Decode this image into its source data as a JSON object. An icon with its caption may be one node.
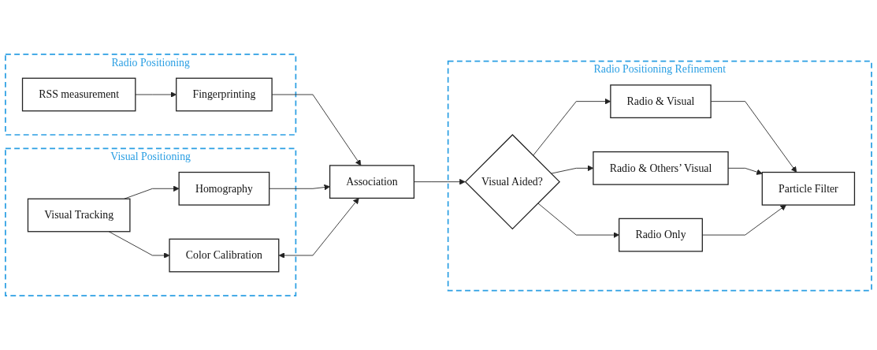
{
  "diagram": {
    "nodes": [
      {
        "text": [
          "Radio Positioning"
        ]
      },
      {
        "text": [
          "RSS measurement"
        ],
        "in": 0
      },
      {
        "text": [
          "Fingerprinting"
        ],
        "in": 0
      },
      {
        "text": [
          "Visual Positioning"
        ]
      },
      {
        "text": [
          "Visual Tracking"
        ],
        "in": 3
      },
      {
        "text": [
          "Homography"
        ],
        "in": 3
      },
      {
        "text": [
          "Color Calibration"
        ],
        "in": 3
      },
      {
        "text": [
          "Association"
        ]
      },
      {
        "text": [
          "Radio Positioning Refinement"
        ]
      },
      {
        "text": [
          "Visual Aided?"
        ],
        "in": 8
      },
      {
        "text": [
          "Radio & Visual"
        ],
        "in": 8
      },
      {
        "text": [
          "Radio & Others’ Visual"
        ],
        "in": 8
      },
      {
        "text": [
          "Radio Only"
        ],
        "in": 8
      },
      {
        "text": [
          "Particle Filter"
        ],
        "in": 8
      }
    ],
    "edges": [
      {
        "from": 1,
        "to": 2,
        "arrow": "to"
      },
      {
        "from": 2,
        "to": 7,
        "arrow": "to"
      },
      {
        "from": 4,
        "to": 5,
        "arrow": "to"
      },
      {
        "from": 4,
        "to": 6,
        "arrow": "to"
      },
      {
        "from": 5,
        "to": 7,
        "arrow": "to"
      },
      {
        "from": 6,
        "to": 7,
        "arrow": "both"
      },
      {
        "from": 7,
        "to": 9,
        "arrow": "to"
      },
      {
        "from": 9,
        "to": 10,
        "arrow": "to"
      },
      {
        "from": 9,
        "to": 11,
        "arrow": "to"
      },
      {
        "from": 9,
        "to": 12,
        "arrow": "to"
      },
      {
        "from": 10,
        "to": 13,
        "arrow": "to"
      },
      {
        "from": 11,
        "to": 13,
        "arrow": "to"
      },
      {
        "from": 12,
        "to": 13,
        "arrow": "to"
      }
    ]
  }
}
